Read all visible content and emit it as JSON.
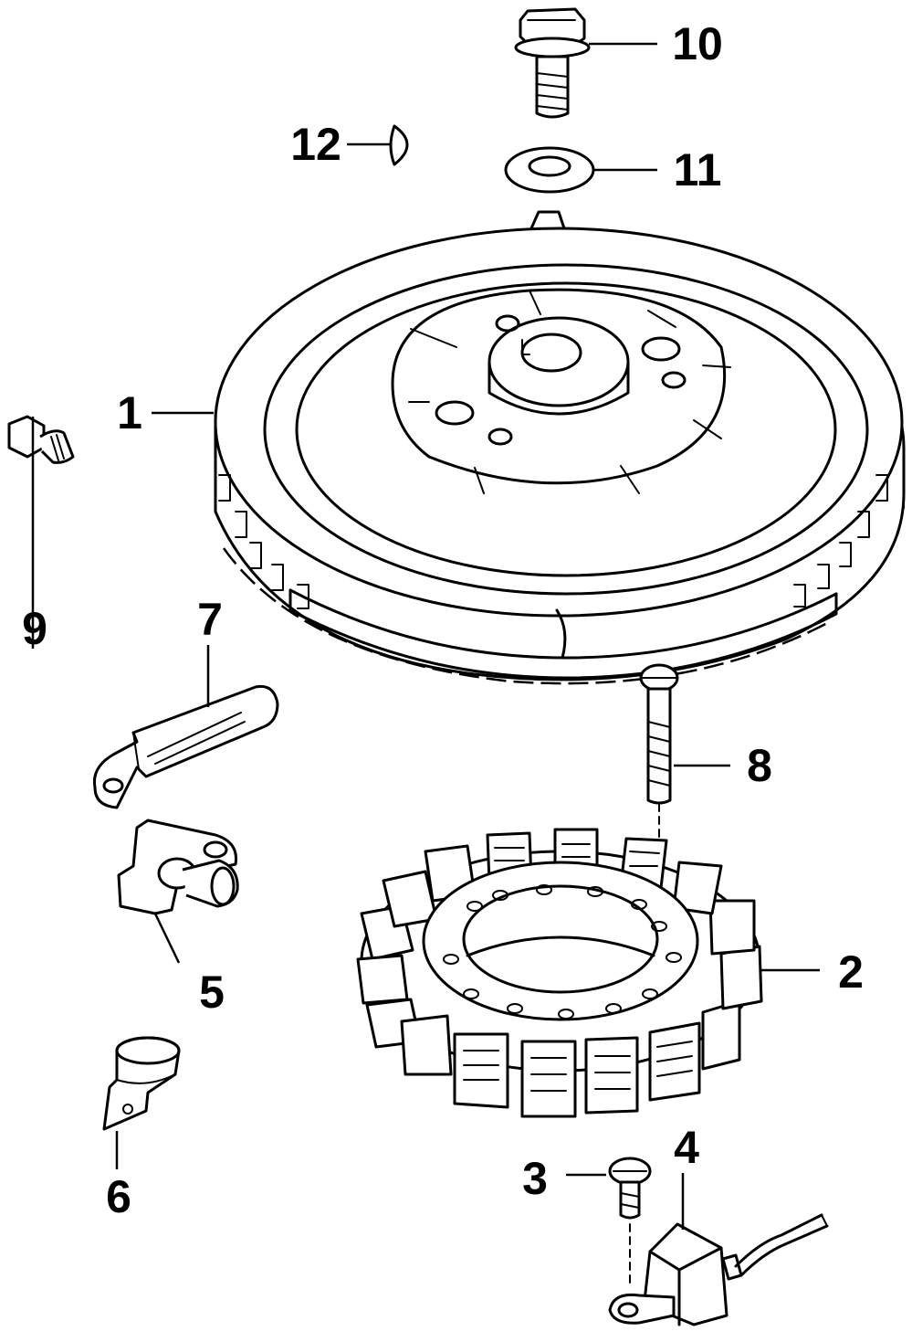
{
  "diagram": {
    "parts": [
      {
        "id": "flywheel",
        "callout": "1"
      },
      {
        "id": "stator",
        "callout": "2"
      },
      {
        "id": "screw",
        "callout": "3"
      },
      {
        "id": "pulser-coil",
        "callout": "4"
      },
      {
        "id": "sensor",
        "callout": "5"
      },
      {
        "id": "clamp",
        "callout": "6"
      },
      {
        "id": "ground-strap",
        "callout": "7"
      },
      {
        "id": "stator-screw",
        "callout": "8"
      },
      {
        "id": "strap-bolt",
        "callout": "9"
      },
      {
        "id": "flywheel-bolt",
        "callout": "10"
      },
      {
        "id": "washer",
        "callout": "11"
      },
      {
        "id": "key",
        "callout": "12"
      }
    ]
  }
}
